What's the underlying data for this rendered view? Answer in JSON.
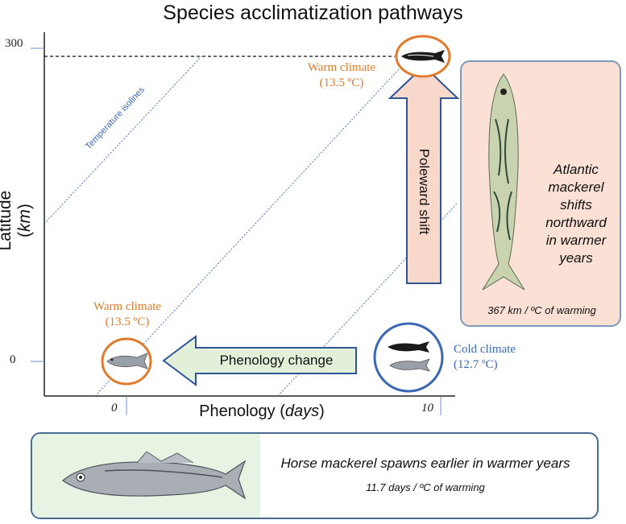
{
  "title": "Species acclimatization pathways",
  "axes": {
    "ylabel_text": "Latitude (",
    "ylabel_unit": "km",
    "ylabel_close": ")",
    "xlabel_text": "Phenology (",
    "xlabel_unit": "days",
    "xlabel_close": ")",
    "y_ticks": [
      "300",
      "0"
    ],
    "x_ticks": [
      "0",
      "10"
    ]
  },
  "isoline_label": "Temperature isolines",
  "warm_top": {
    "line1": "Warm climate",
    "line2": "(13.5 ºC)"
  },
  "warm_left": {
    "line1": "Warm climate",
    "line2": "(13.5 ºC)"
  },
  "cold": {
    "line1": "Cold climate",
    "line2": "(12.7 ºC)"
  },
  "arrows": {
    "poleward": "Poleward shift",
    "phenology": "Phenology change"
  },
  "atlantic_panel": {
    "lines": [
      "Atlantic",
      "mackerel",
      "shifts",
      "northward",
      "in warmer",
      "years"
    ],
    "rate": "367 km / ºC of warming"
  },
  "horse_panel": {
    "headline": "Horse mackerel spawns earlier in warmer years",
    "rate": "11.7 days / ºC of warming"
  },
  "colors": {
    "warm_orange": "#e07a2c",
    "cold_blue": "#3a67b5",
    "arrow_green": "#e2f0d9",
    "arrow_pink": "#f9d8cc",
    "arrow_border": "#2f5597"
  }
}
